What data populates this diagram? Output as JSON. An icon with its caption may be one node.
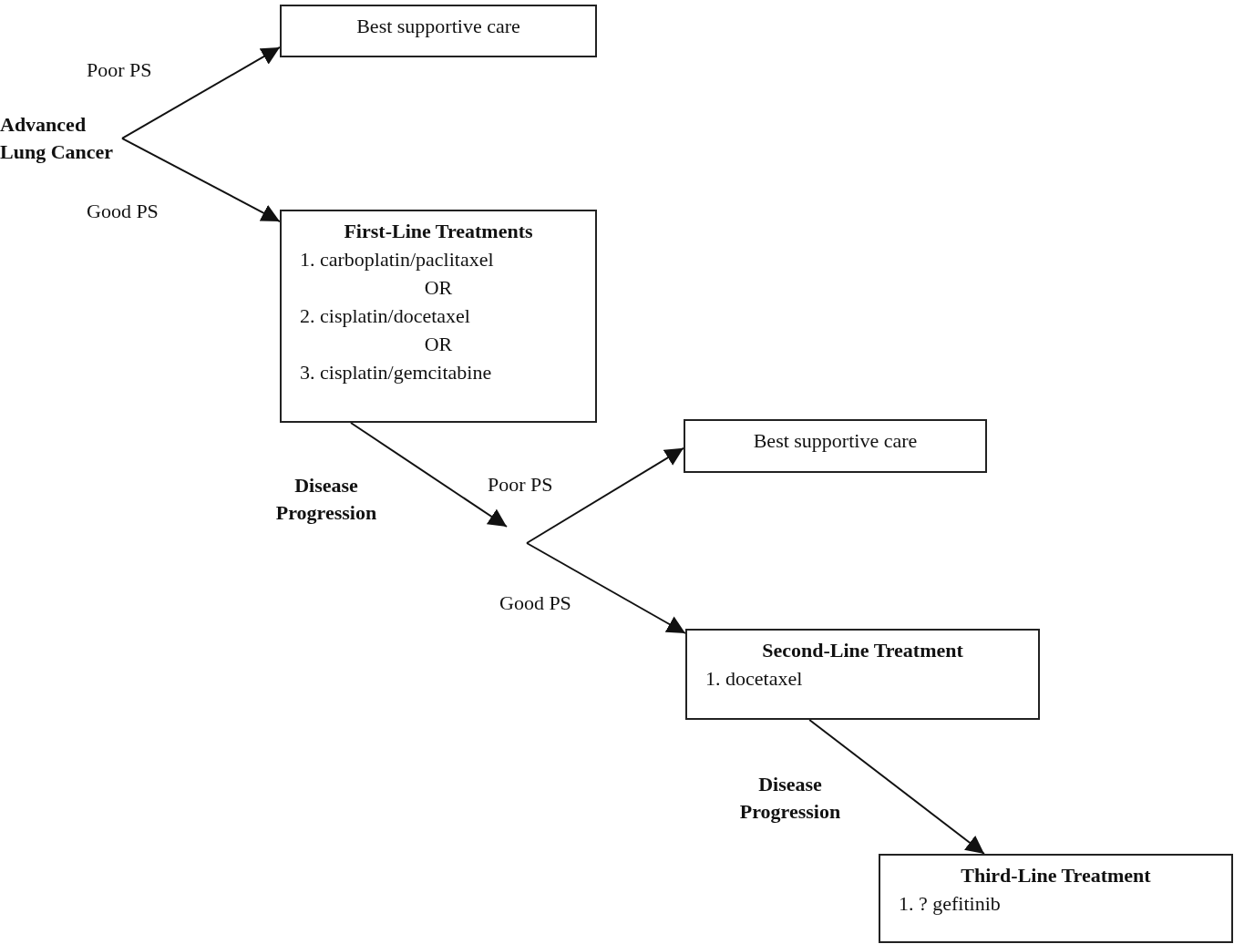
{
  "diagram": {
    "nodes": [
      {
        "text": [
          "Advanced Lung Cancer"
        ]
      },
      {
        "text": [
          "Best supportive care"
        ]
      },
      {
        "text": [
          "First-Line Treatments",
          "1. carboplatin/paclitaxel",
          "OR",
          "2. cisplatin/docetaxel",
          "OR",
          "3. cisplatin/gemcitabine"
        ]
      },
      {
        "text": [
          "Best supportive care"
        ]
      },
      {
        "text": [
          "Second-Line Treatment",
          "1. docetaxel"
        ]
      },
      {
        "text": [
          "Third-Line Treatment",
          "1. ? gefitinib"
        ]
      }
    ],
    "edges": [
      {
        "from": 0,
        "to": 1,
        "arrow": "to",
        "label": "Poor PS"
      },
      {
        "from": 0,
        "to": 2,
        "arrow": "to",
        "label": "Good PS"
      },
      {
        "from": 2,
        "to": null,
        "arrow": "to",
        "label": "Disease Progression"
      },
      {
        "from": null,
        "to": 3,
        "arrow": "to",
        "label": "Poor PS"
      },
      {
        "from": null,
        "to": 4,
        "arrow": "to",
        "label": "Good PS"
      },
      {
        "from": 4,
        "to": 5,
        "arrow": "to",
        "label": "Disease Progression"
      }
    ]
  }
}
